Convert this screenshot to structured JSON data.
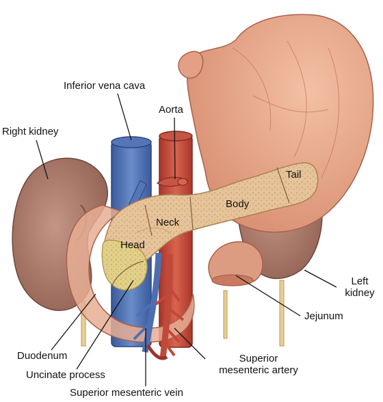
{
  "labels": {
    "inferior_vena_cava": "Inferior vena cava",
    "aorta": "Aorta",
    "right_kidney": "Right kidney",
    "tail": "Tail",
    "body": "Body",
    "neck": "Neck",
    "head": "Head",
    "left_kidney_line1": "Left",
    "left_kidney_line2": "kidney",
    "jejunum": "Jejunum",
    "duodenum": "Duodenum",
    "uncinate_process": "Uncinate process",
    "sma_line1": "Superior",
    "sma_line2": "mesenteric artery",
    "smv": "Superior mesenteric vein"
  },
  "colors": {
    "stomach": "#e8a98c",
    "kidney": "#b07f6e",
    "pancreas": "#e6c49a",
    "vein": "#4d6fb0",
    "artery": "#c04a3a",
    "duodenum": "#e6ae94",
    "uncinate": "#e0cf86",
    "stent": "#e8cf94"
  }
}
